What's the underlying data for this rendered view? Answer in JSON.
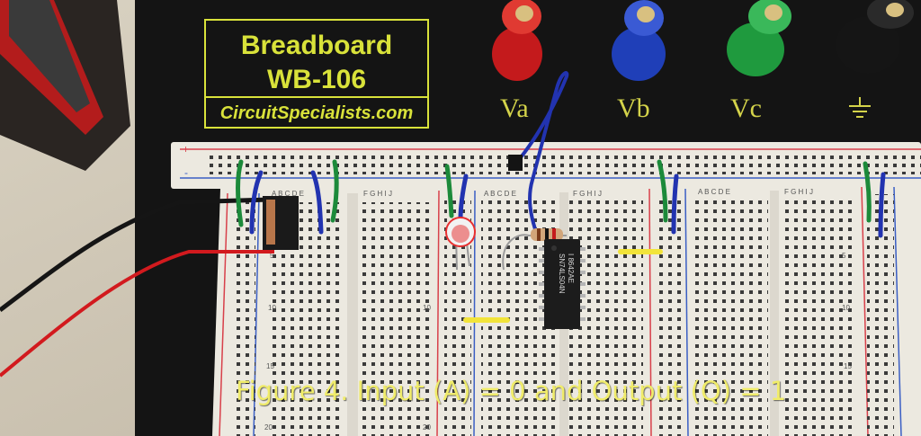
{
  "board": {
    "brand_line1": "Breadboard",
    "brand_line2": "WB-106",
    "brand_line3": "CircuitSpecialists.com",
    "posts": [
      {
        "label": "Va",
        "color": "#c41a1c"
      },
      {
        "label": "Vb",
        "color": "#1f3fb8"
      },
      {
        "label": "Vc",
        "color": "#1f9a3e"
      },
      {
        "label": "",
        "color": "#151515"
      }
    ],
    "column_letters_left": "A B C D E",
    "column_letters_right": "F G H I J",
    "row_numbers": [
      "5",
      "10",
      "15",
      "20"
    ],
    "rail_plus": "+",
    "rail_minus": "-"
  },
  "chip": {
    "line1": "SN74LS04N",
    "line2": "I 8642AE"
  },
  "caption": "Figure 4. Input (A) = 0 and Output (Q) = 1",
  "colors": {
    "board_black": "#141414",
    "breadboard_white": "#ece9e0",
    "hole": "#3a3a3a",
    "rail_red": "#d8404a",
    "rail_blue": "#3b5fc4",
    "caption_yellow": "#f0ec6a",
    "wire_green": "#1c8a3a",
    "wire_blue": "#2233b0",
    "wire_yellow": "#f2e43a"
  }
}
